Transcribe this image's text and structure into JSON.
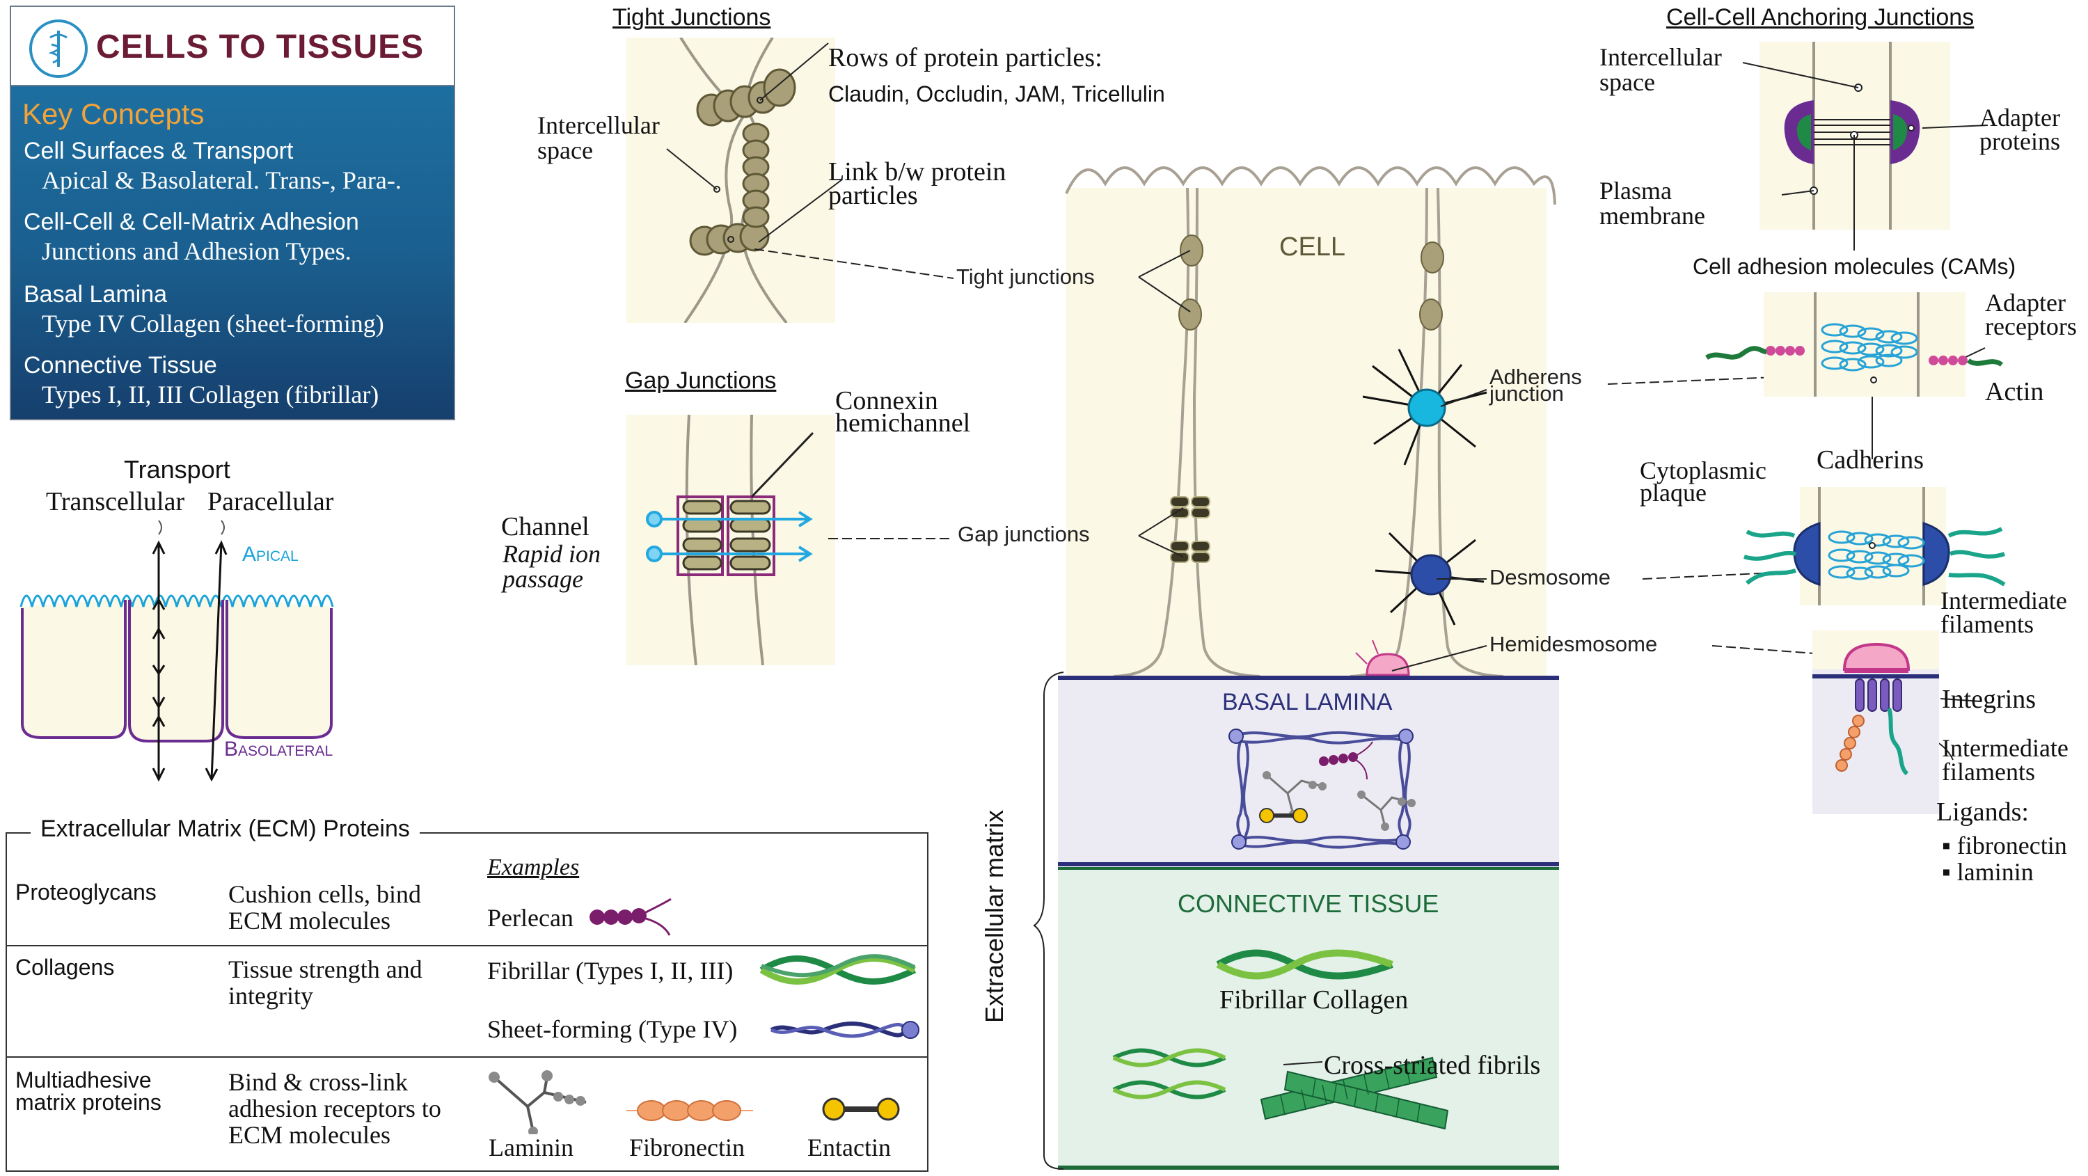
{
  "key_concepts": {
    "title": "CELLS TO TISSUES",
    "subtitle": "Key Concepts",
    "items": [
      {
        "heading": "Cell Surfaces & Transport",
        "detail": "Apical & Basolateral.  Trans-, Para-."
      },
      {
        "heading": "Cell-Cell & Cell-Matrix Adhesion",
        "detail": "Junctions and Adhesion Types."
      },
      {
        "heading": "Basal Lamina",
        "detail": "Type IV Collagen (sheet-forming)"
      },
      {
        "heading": "Connective Tissue",
        "detail": "Types I, II, III Collagen (fibrillar)"
      }
    ]
  },
  "transport": {
    "title": "Transport",
    "transcellular": "Transcellular",
    "paracellular": "Paracellular",
    "apical": "Apical",
    "basolateral": "Basolateral"
  },
  "ecm_table": {
    "title": "Extracellular Matrix (ECM) Proteins",
    "examples_header": "Examples",
    "rows": [
      {
        "category": "Proteoglycans",
        "description": "Cushion cells, bind ECM molecules",
        "examples": [
          "Perlecan"
        ]
      },
      {
        "category": "Collagens",
        "description": "Tissue strength and integrity",
        "examples": [
          "Fibrillar (Types I, II, III)",
          "Sheet-forming (Type IV)"
        ]
      },
      {
        "category": "Multiadhesive matrix proteins",
        "description": "Bind & cross-link adhesion receptors to ECM molecules",
        "examples": [
          "Laminin",
          "Fibronectin",
          "Entactin"
        ]
      }
    ]
  },
  "tight_junctions": {
    "title": "Tight Junctions",
    "intercellular_space": "Intercellular space",
    "rows_label": "Rows of protein particles:",
    "proteins": "Claudin, Occludin, JAM, Tricellulin",
    "link_label": "Link b/w protein particles"
  },
  "gap_junctions": {
    "title": "Gap Junctions",
    "connexin": "Connexin hemichannel",
    "channel": "Channel",
    "channel_note": "Rapid ion passage"
  },
  "center": {
    "cell": "CELL",
    "tight_junctions": "Tight junctions",
    "gap_junctions": "Gap junctions",
    "adherens": "Adherens junction",
    "desmosome": "Desmosome",
    "hemidesmosome": "Hemidesmosome",
    "basal_lamina": "BASAL LAMINA",
    "connective_tissue": "CONNECTIVE TISSUE",
    "fibrillar_collagen": "Fibrillar Collagen",
    "cross_striated": "Cross-striated fibrils",
    "extracellular_matrix": "Extracellular matrix"
  },
  "anchoring": {
    "title": "Cell-Cell Anchoring Junctions",
    "intercellular_space": "Intercellular space",
    "plasma_membrane": "Plasma membrane",
    "adapter_proteins": "Adapter proteins",
    "cams": "Cell adhesion molecules (CAMs)",
    "adapter_receptors": "Adapter receptors",
    "actin": "Actin",
    "cadherins": "Cadherins",
    "cytoplasmic_plaque": "Cytoplasmic plaque",
    "intermediate_filaments": "Intermediate filaments",
    "integrins": "Integrins",
    "intermediate_filaments_2": "Intermediate filaments",
    "ligands": "Ligands:",
    "ligand_items": [
      "fibronectin",
      "laminin"
    ]
  },
  "colors": {
    "brand_title": "#6b1c34",
    "panel_blue": "#1a5f8f",
    "accent_orange": "#f2a33a",
    "apical": "#1aa3d9",
    "basolateral": "#6a2c91",
    "basal_lamina_text": "#2b2f7a",
    "connective_text": "#1e6b3a",
    "cell_cream": "#fbf8e6"
  }
}
